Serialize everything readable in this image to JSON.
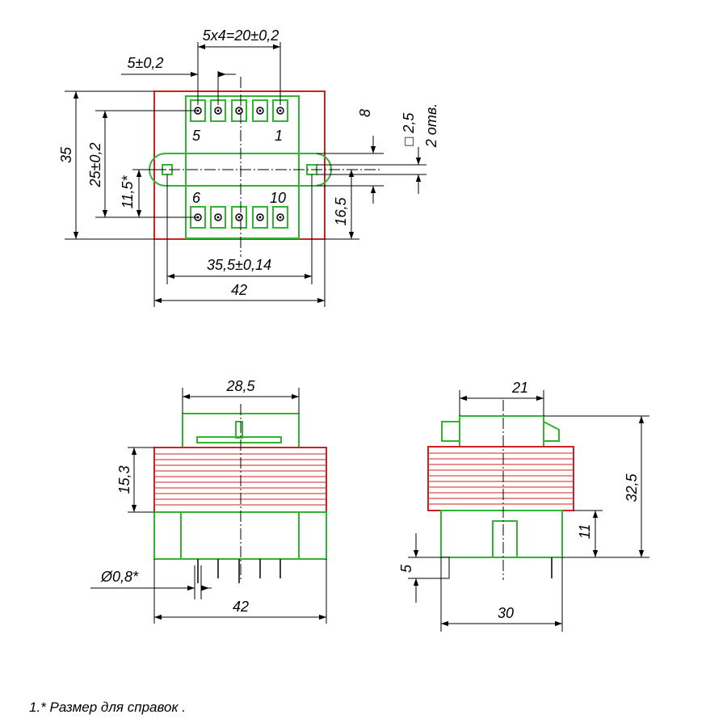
{
  "colors": {
    "frame": "#33b233",
    "core": "#cc2222",
    "ink": "#000000"
  },
  "top_view": {
    "pin_pitch": "5x4=20±0,2",
    "pin_offset": "5±0,2",
    "height": "35",
    "row_spacing": "25±0,2",
    "mount_offset": "11,5*",
    "tab_width": "8",
    "hole_size": "□ 2,5",
    "hole_count": "2 отв.",
    "tab_height": "16,5",
    "hole_spacing": "35,5±0,14",
    "width": "42",
    "pin_labels": [
      "5",
      "1",
      "6",
      "10"
    ]
  },
  "front_view": {
    "bobbin_width": "28,5",
    "core_height": "15,3",
    "pin_diameter": "Ø0,8*",
    "width": "42"
  },
  "side_view": {
    "bobbin_width": "21",
    "total_height": "32,5",
    "base_height": "11",
    "pin_length": "5",
    "depth": "30"
  },
  "footnote": "1.*  Размер для справок ."
}
